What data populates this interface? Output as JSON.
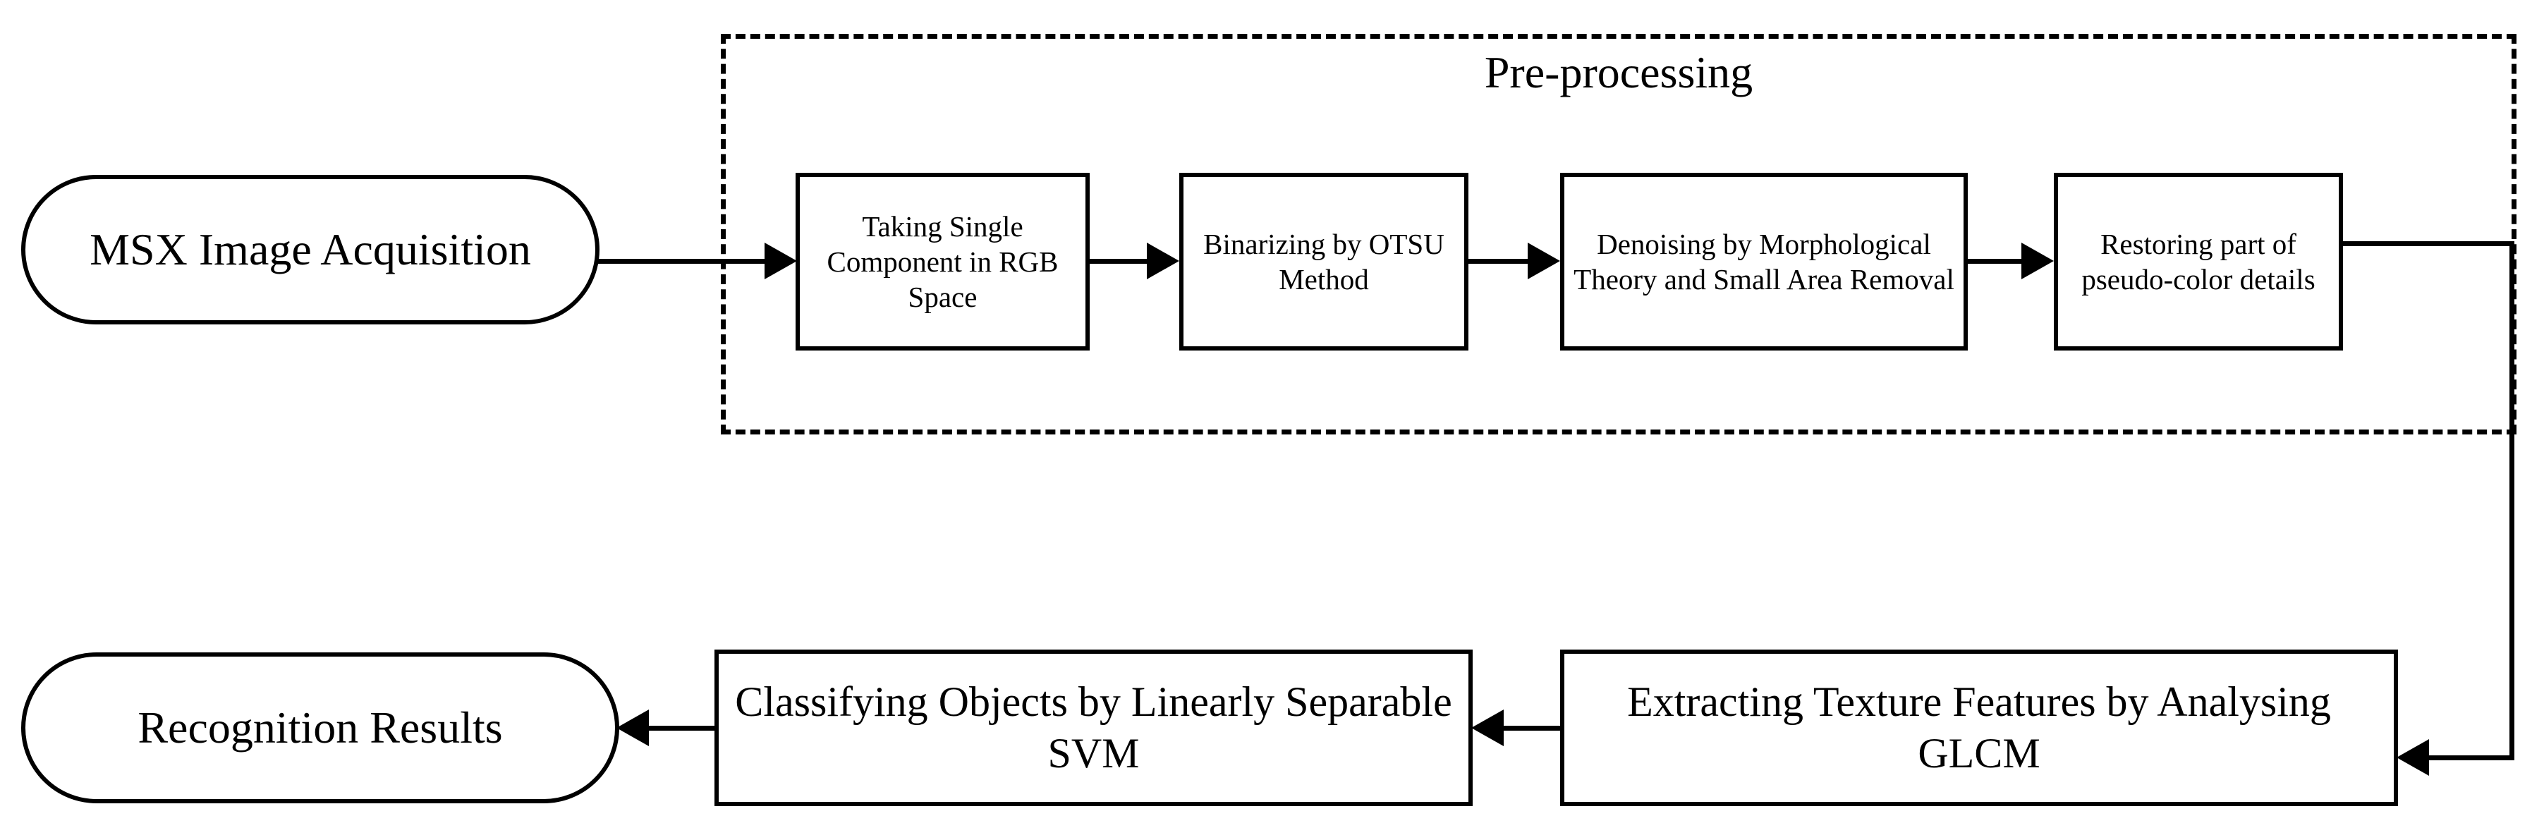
{
  "diagram": {
    "title_group": "Pre-processing",
    "nodes": {
      "start": {
        "label": "MSX Image Acquisition"
      },
      "step1": {
        "label": "Taking Single Component in RGB Space"
      },
      "step2": {
        "label": "Binarizing by OTSU Method"
      },
      "step3": {
        "label": "Denoising by Morphological Theory and Small Area Removal"
      },
      "step4": {
        "label": "Restoring part of pseudo-color details"
      },
      "step5": {
        "label": "Extracting Texture Features by Analysing GLCM"
      },
      "step6": {
        "label": "Classifying Objects by Linearly Separable SVM"
      },
      "end": {
        "label": "Recognition Results"
      }
    },
    "flow_order": [
      "MSX Image Acquisition",
      "Taking Single Component in RGB Space",
      "Binarizing by OTSU Method",
      "Denoising by Morphological Theory and Small Area Removal",
      "Restoring part of pseudo-color details",
      "Extracting Texture Features by Analysing GLCM",
      "Classifying Objects by Linearly Separable SVM",
      "Recognition Results"
    ],
    "colors": {
      "stroke": "#000000",
      "fill": "#ffffff",
      "background": "#ffffff"
    }
  }
}
